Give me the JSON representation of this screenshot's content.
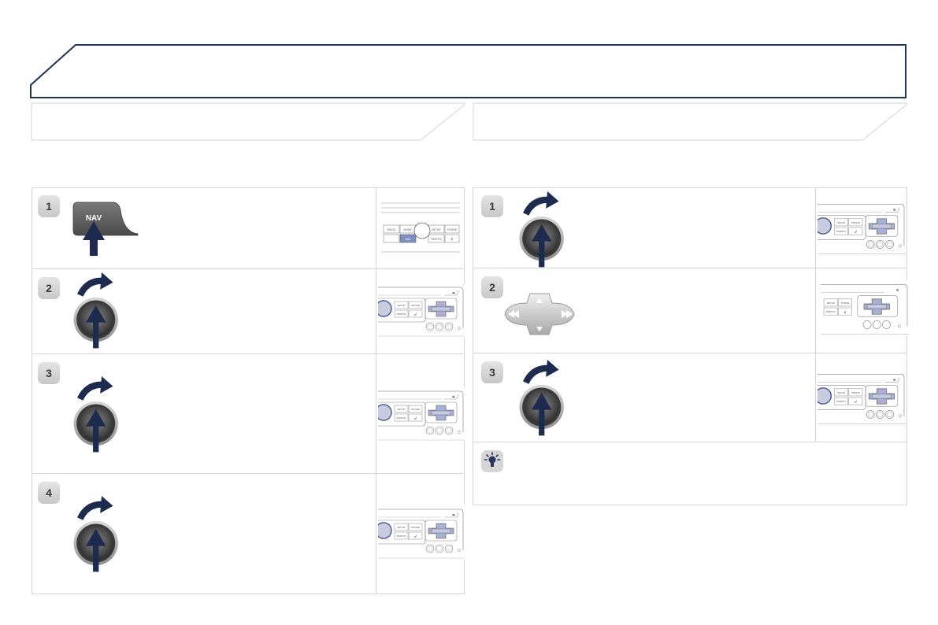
{
  "colors": {
    "header_border": "#1f3357",
    "panel_border": "#d4d4d4",
    "arrow": "#1c2b4e",
    "badge_bg": "#d6d6d6"
  },
  "left_steps": [
    {
      "number": "1",
      "control": "nav-button",
      "button_label": "NAV"
    },
    {
      "number": "2",
      "control": "rotary-dial"
    },
    {
      "number": "3",
      "control": "rotary-dial"
    },
    {
      "number": "4",
      "control": "rotary-dial"
    }
  ],
  "right_steps": [
    {
      "number": "1",
      "control": "rotary-dial"
    },
    {
      "number": "2",
      "control": "direction-pad"
    },
    {
      "number": "3",
      "control": "rotary-dial"
    }
  ],
  "tip": {
    "icon": "lightbulb-icon"
  },
  "radio_panel": {
    "full": [
      "RADIO",
      "MUSIC",
      "NAV",
      "SETUP",
      "PHONE",
      "TRAFFIC"
    ],
    "compact": [
      "SETUP",
      "PHONE",
      "TRAFFIC"
    ]
  }
}
